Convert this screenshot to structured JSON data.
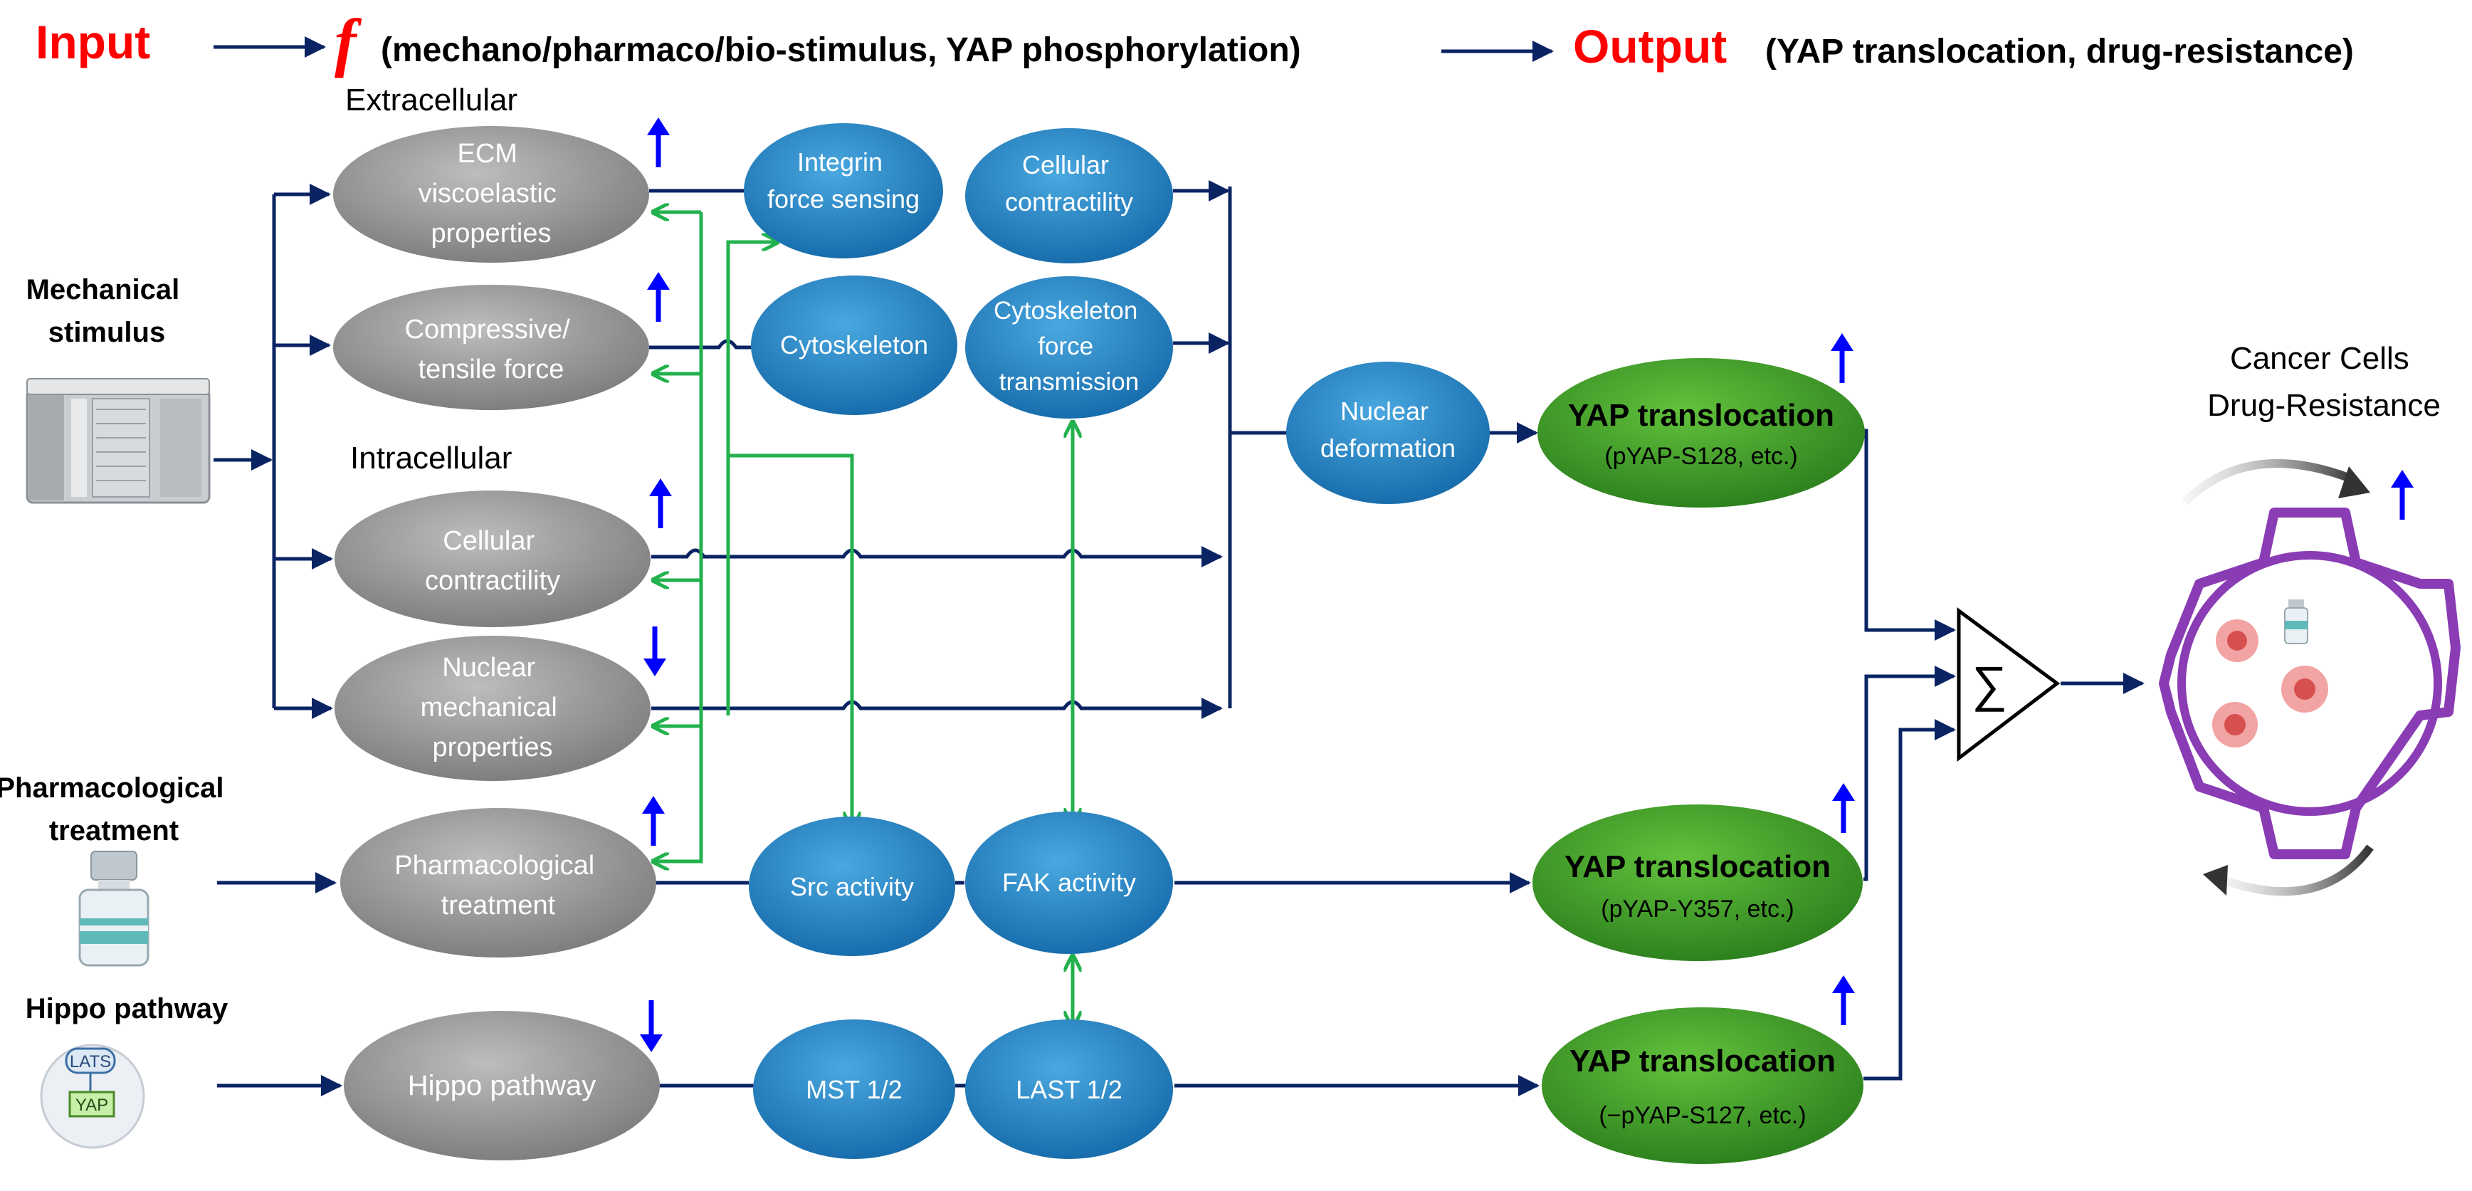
{
  "header": {
    "input": "Input",
    "f": "f",
    "f_desc": "(mechano/pharmaco/bio-stimulus, YAP phosphorylation)",
    "output": "Output",
    "output_desc": "(YAP translocation, drug-resistance)"
  },
  "sections": {
    "extracellular": "Extracellular",
    "intracellular": "Intracellular"
  },
  "inputs": {
    "mechanical": [
      "Mechanical",
      "stimulus"
    ],
    "pharmacological": [
      "Pharmacological",
      "treatment"
    ],
    "hippo": [
      "Hippo pathway"
    ],
    "hippo_icon": {
      "lats": "LATS",
      "yap": "YAP"
    }
  },
  "grey_nodes": {
    "ecm": [
      "ECM",
      "viscoelastic",
      "properties"
    ],
    "compressive": [
      "Compressive/",
      "tensile force"
    ],
    "contractility": [
      "Cellular",
      "contractility"
    ],
    "nuclear_mech": [
      "Nuclear",
      "mechanical",
      "properties"
    ],
    "pharma": [
      "Pharmacological",
      "treatment"
    ],
    "hippo": [
      "Hippo pathway"
    ]
  },
  "blue_nodes": {
    "integrin": [
      "Integrin",
      "force sensing"
    ],
    "cell_contract": [
      "Cellular",
      "contractility"
    ],
    "cytoskeleton": [
      "Cytoskeleton"
    ],
    "cyto_force": [
      "Cytoskeleton",
      "force",
      "transmission"
    ],
    "nuclear_def": [
      "Nuclear",
      "deformation"
    ],
    "src": [
      "Src activity"
    ],
    "fak": [
      "FAK activity"
    ],
    "mst": [
      "MST 1/2"
    ],
    "last": [
      "LAST 1/2"
    ]
  },
  "yap_nodes": [
    {
      "title": "YAP translocation",
      "sub": "(pYAP-S128, etc.)"
    },
    {
      "title": "YAP translocation",
      "sub": "(pYAP-Y357, etc.)"
    },
    {
      "title": "YAP translocation",
      "sub": "(−pYAP-S127, etc.)"
    }
  ],
  "sum_symbol": "∑",
  "output_label": [
    "Cancer Cells",
    "Drug-Resistance"
  ],
  "colors": {
    "title_red": "#ff0000",
    "arrow_navy": "#0a2463",
    "feedback_green": "#22b14c",
    "indicator_blue": "#0000ff",
    "grey_node": "#8c8c8c",
    "blue_node": "#1f86c8",
    "yap_node": "#3f9c2a",
    "gear_purple": "#8a3cb5"
  }
}
